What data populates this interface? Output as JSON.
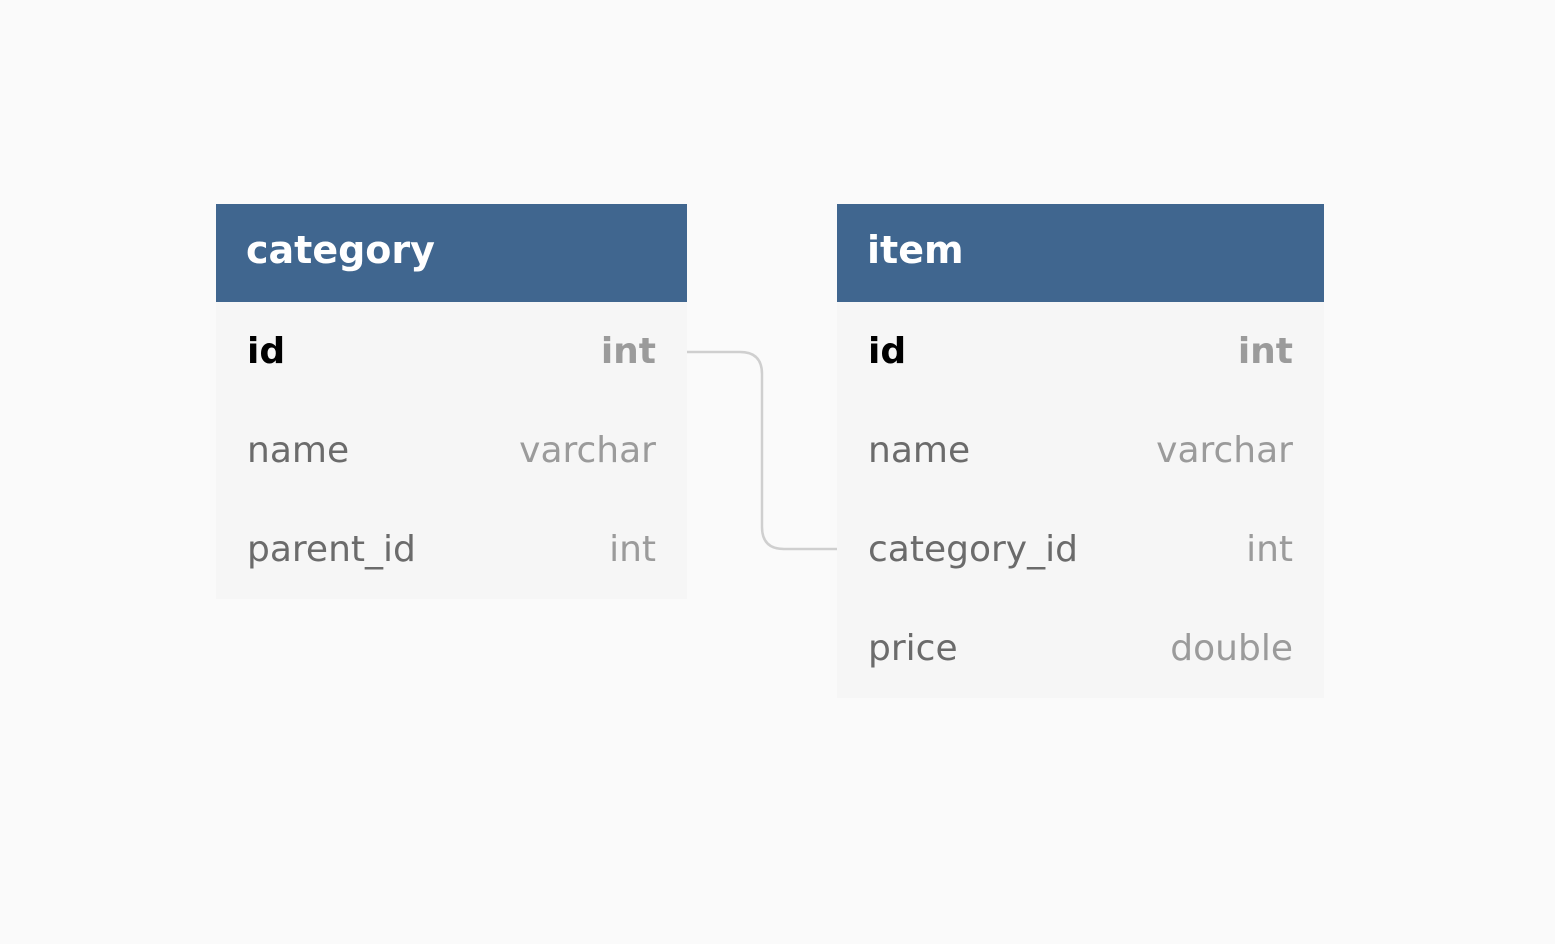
{
  "tables": [
    {
      "name": "category",
      "fields": [
        {
          "name": "id",
          "type": "int",
          "primary": true
        },
        {
          "name": "name",
          "type": "varchar",
          "primary": false
        },
        {
          "name": "parent_id",
          "type": "int",
          "primary": false
        }
      ]
    },
    {
      "name": "item",
      "fields": [
        {
          "name": "id",
          "type": "int",
          "primary": true
        },
        {
          "name": "name",
          "type": "varchar",
          "primary": false
        },
        {
          "name": "category_id",
          "type": "int",
          "primary": false
        },
        {
          "name": "price",
          "type": "double",
          "primary": false
        }
      ]
    }
  ],
  "relations": [
    {
      "from": "category.id",
      "to": "item.category_id"
    }
  ],
  "colors": {
    "header_bg": "#40668f",
    "header_text": "#ffffff",
    "body_bg": "#f6f6f6",
    "connector": "#cfcfcf"
  }
}
